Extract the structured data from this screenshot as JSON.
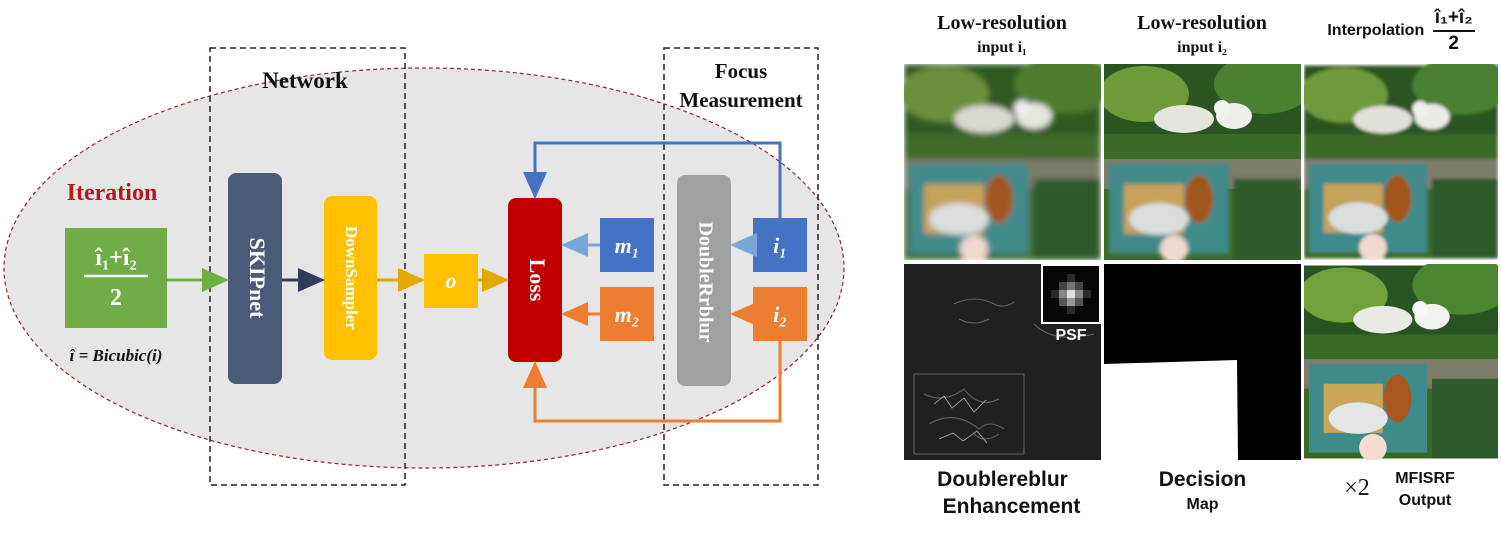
{
  "diagram": {
    "iteration_label": "Iteration",
    "network_label": "Network",
    "focus_label_line1": "Focus",
    "focus_label_line2": "Measurement",
    "init_num": "î₁+î₂",
    "init_den": "2",
    "bicubic_formula": "î = Bicubic(i)",
    "skipnet_label": "SKIPnet",
    "downsampler_label": "DownSampler",
    "o_label": "o",
    "loss_label": "Loss",
    "m1_label": "m₁",
    "m2_label": "m₂",
    "doublerblur_label": "DoubleRrblur",
    "i1_label": "i₁",
    "i2_label": "i₂",
    "colors": {
      "iteration_red": "#b01c1c",
      "init_green": "#70ad47",
      "skipnet": "#4a5b7a",
      "downsampler": "#ffc000",
      "o_box": "#ffc000",
      "loss": "#c00000",
      "m1_box": "#4472c4",
      "m2_box": "#ed7d31",
      "doublerblur": "#a0a0a0",
      "i1_box": "#4472c4",
      "i2_box": "#ed7d31",
      "ellipse_fill": "#e6e6e6",
      "ellipse_stroke": "#8b2a2a"
    }
  },
  "results": {
    "col1_title": "Low-resolution",
    "col1_sub": "input i₁",
    "col2_title": "Low-resolution",
    "col2_sub": "input i₂",
    "col3_prefix": "Interpolation",
    "col3_num": "î₁+î₂",
    "col3_den": "2",
    "psf_label": "PSF",
    "bottom1_line1": "Doublereblur",
    "bottom1_line2": "Enhancement",
    "bottom2_line1": "Decision",
    "bottom2_line2": "Map",
    "scale_label": "×2",
    "bottom3_line1": "MFISRF",
    "bottom3_line2": "Output"
  }
}
